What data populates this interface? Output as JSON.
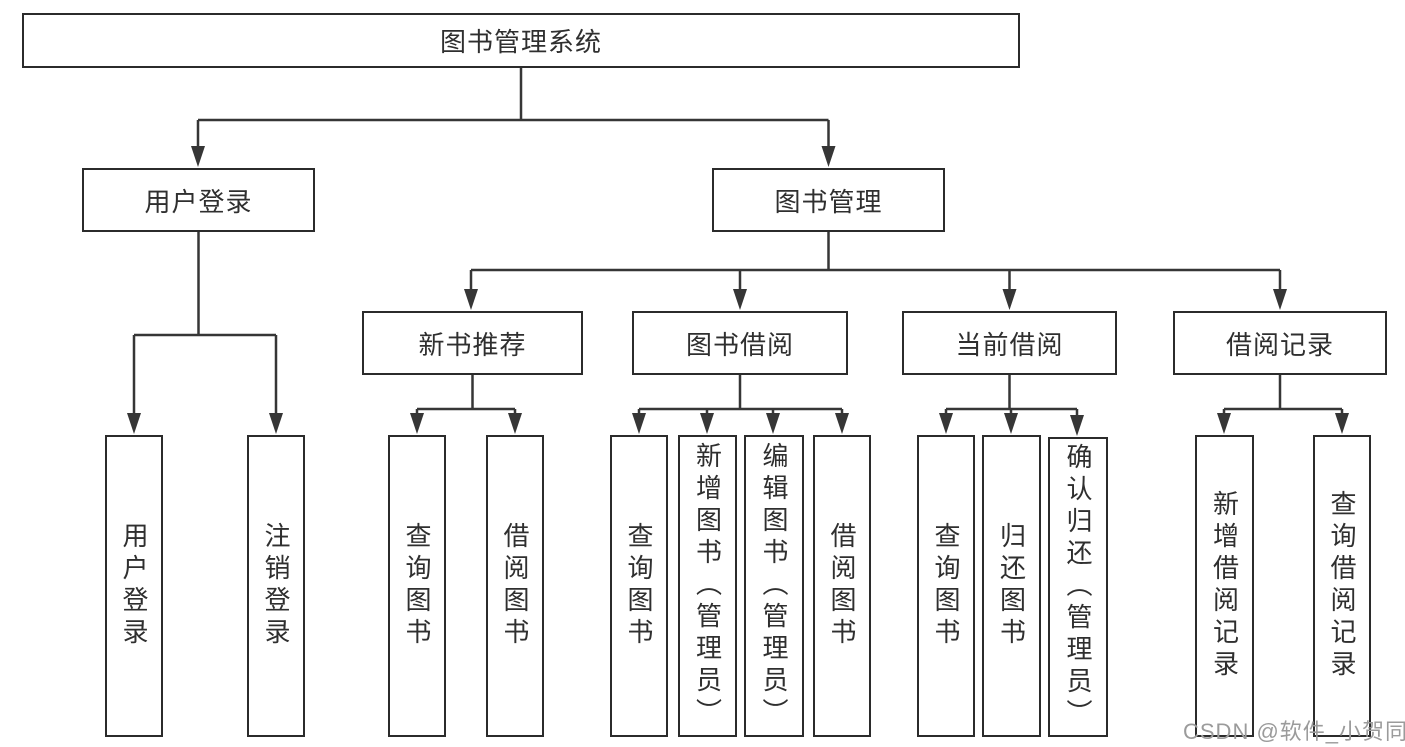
{
  "colors": {
    "background": "#ffffff",
    "line": "#363636",
    "box_border": "#2b2b2b",
    "text": "#2f2f2f",
    "watermark": "#9b9b9b"
  },
  "diagram_type": "hierarchy-tree",
  "tree": {
    "label": "图书管理系统",
    "children": [
      {
        "label": "用户登录",
        "children": [
          {
            "label": "用户登录"
          },
          {
            "label": "注销登录"
          }
        ]
      },
      {
        "label": "图书管理",
        "children": [
          {
            "label": "新书推荐",
            "children": [
              {
                "label": "查询图书"
              },
              {
                "label": "借阅图书"
              }
            ]
          },
          {
            "label": "图书借阅",
            "children": [
              {
                "label": "查询图书"
              },
              {
                "label": "新增图书（管理员）"
              },
              {
                "label": "编辑图书（管理员）"
              },
              {
                "label": "借阅图书"
              }
            ]
          },
          {
            "label": "当前借阅",
            "children": [
              {
                "label": "查询图书"
              },
              {
                "label": "归还图书"
              },
              {
                "label": "确认归还（管理员）"
              }
            ]
          },
          {
            "label": "借阅记录",
            "children": [
              {
                "label": "新增借阅记录"
              },
              {
                "label": "查询借阅记录"
              }
            ]
          }
        ]
      }
    ]
  },
  "watermark": {
    "text": "CSDN @软件_小贺同学"
  }
}
